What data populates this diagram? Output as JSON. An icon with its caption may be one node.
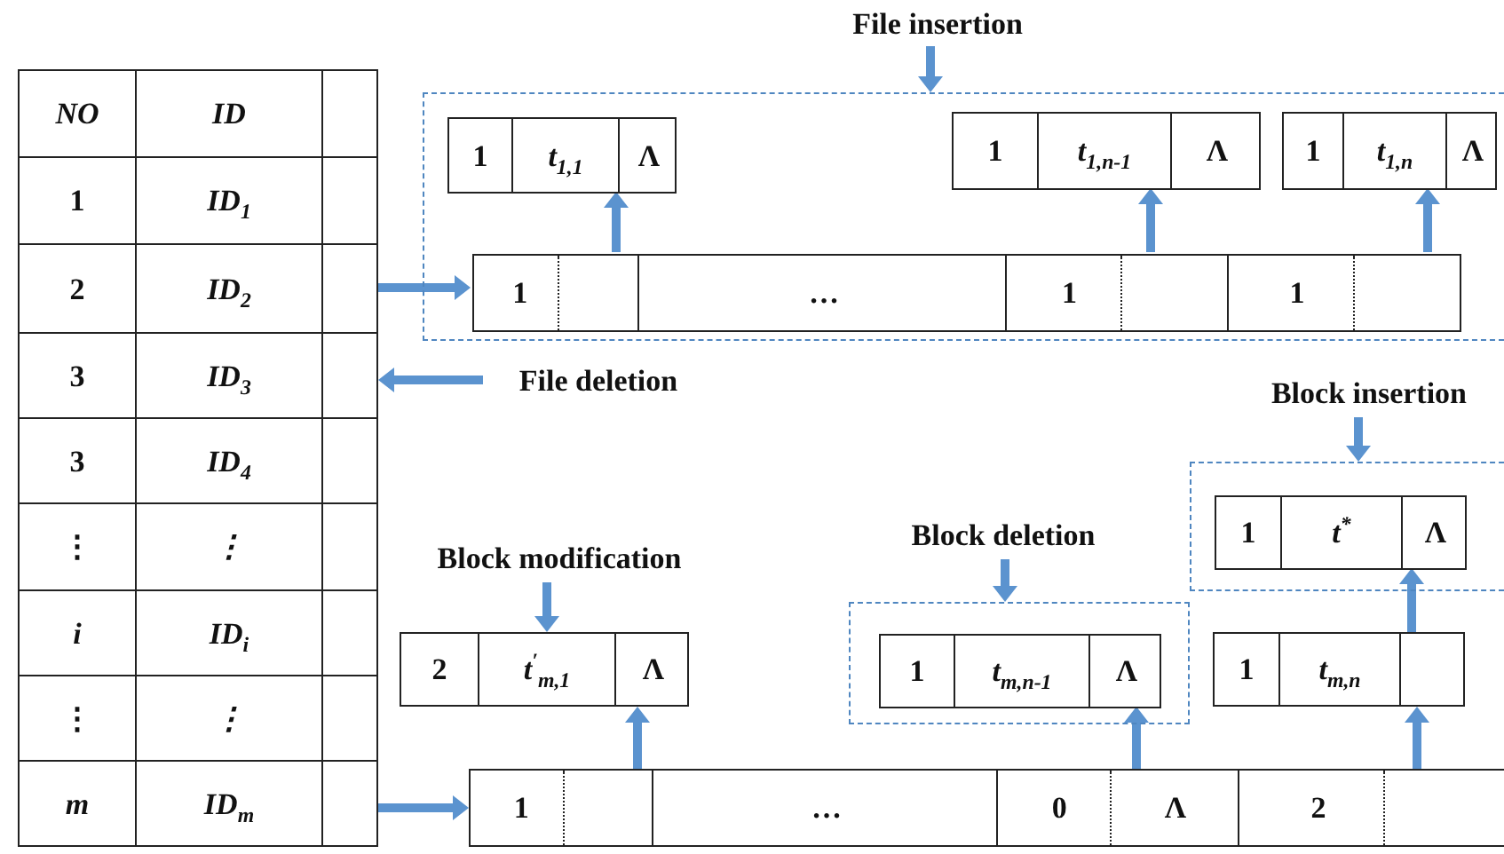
{
  "diagram": {
    "nodes": [
      {
        "text": [
          "*NO*",
          "ID"
        ]
      },
      {
        "text": [
          "1",
          "ID$_{1}$"
        ]
      },
      {
        "text": [
          "2",
          "ID$_{2}$"
        ]
      },
      {
        "text": [
          "3",
          "ID$_{3}$"
        ]
      },
      {
        "text": [
          "3",
          "ID$_{4}$"
        ]
      },
      {
        "text": [
          "⋮",
          "⋮"
        ]
      },
      {
        "text": [
          "*i*",
          "ID$_{i}$"
        ]
      },
      {
        "text": [
          "⋮",
          "⋮"
        ]
      },
      {
        "text": [
          "*m*",
          "ID$_{m}$"
        ]
      },
      {
        "text": [
          "File insertion"
        ]
      },
      {
        "text": [],
        "shape": "box"
      },
      {
        "text": [
          "1",
          "t$_{1,1}$",
          "Λ"
        ],
        "in": 10
      },
      {
        "text": [
          "1",
          "t$_{1,n-1}$",
          "Λ"
        ],
        "in": 10
      },
      {
        "text": [
          "1",
          "t$_{1,n}$",
          "Λ"
        ],
        "in": 10
      },
      {
        "text": [
          "1"
        ],
        "in": 10
      },
      {
        "text": [
          "…"
        ],
        "in": 10
      },
      {
        "text": [
          "1"
        ],
        "in": 10
      },
      {
        "text": [
          "1"
        ],
        "in": 10
      },
      {
        "text": [
          "File deletion"
        ]
      },
      {
        "text": [
          "Block modification"
        ]
      },
      {
        "text": [
          "2",
          "t$^{′}$$_{m,1}$",
          "Λ"
        ]
      },
      {
        "text": [
          "Block deletion"
        ]
      },
      {
        "text": [],
        "shape": "box"
      },
      {
        "text": [
          "1",
          "t$_{m,n-1}$",
          "Λ"
        ],
        "in": 22
      },
      {
        "text": [
          "Block insertion"
        ]
      },
      {
        "text": [],
        "shape": "box"
      },
      {
        "text": [
          "1",
          "t$^{*}$",
          "Λ"
        ],
        "in": 25
      },
      {
        "text": [
          "1",
          "t$_{m,n}$"
        ]
      },
      {
        "text": [
          "1"
        ]
      },
      {
        "text": [
          "…"
        ]
      },
      {
        "text": [
          "0",
          "Λ"
        ]
      },
      {
        "text": [
          "2"
        ]
      }
    ],
    "edges": [
      {
        "from": 2,
        "to": 14,
        "arrow": "to"
      },
      {
        "from": 18,
        "to": 3,
        "arrow": "to"
      },
      {
        "from": 8,
        "to": 28,
        "arrow": "to"
      },
      {
        "from": 9,
        "to": 10,
        "arrow": "to"
      },
      {
        "from": 14,
        "to": 11,
        "arrow": "to"
      },
      {
        "from": 16,
        "to": 12,
        "arrow": "to"
      },
      {
        "from": 17,
        "to": 13,
        "arrow": "to"
      },
      {
        "from": 19,
        "to": 20,
        "arrow": "to"
      },
      {
        "from": 21,
        "to": 22,
        "arrow": "to"
      },
      {
        "from": 24,
        "to": 25,
        "arrow": "to"
      },
      {
        "from": 28,
        "to": 20,
        "arrow": "to"
      },
      {
        "from": 30,
        "to": 23,
        "arrow": "to"
      },
      {
        "from": 31,
        "to": 27,
        "arrow": "to"
      },
      {
        "from": 27,
        "to": 26,
        "arrow": "to"
      }
    ]
  }
}
